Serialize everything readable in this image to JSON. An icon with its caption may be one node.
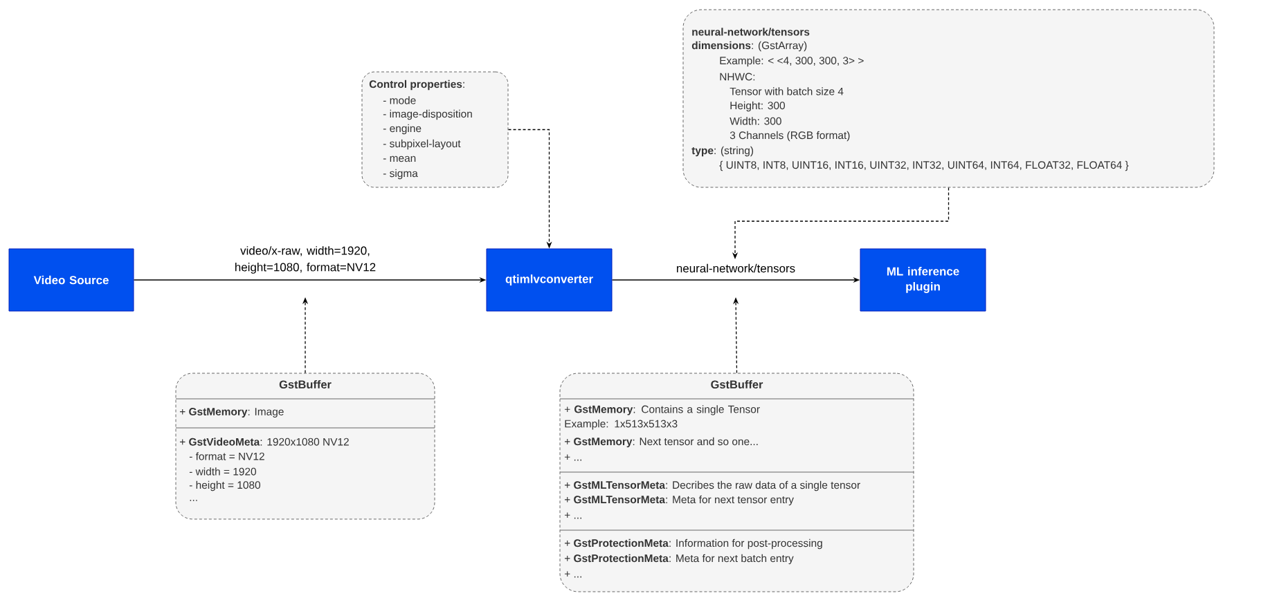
{
  "diagram": {
    "nodes": [
      {
        "text": [
          "Video Source"
        ]
      },
      {
        "text": [
          "qtimlvconverter"
        ]
      },
      {
        "text": [
          "ML inference plugin"
        ]
      },
      {
        "text": [
          "**Control properties**:",
          "- mode",
          "- image-disposition",
          "- engine",
          "- subpixel-layout",
          "- mean",
          "- sigma"
        ]
      },
      {
        "text": [
          "neural-network/tensors",
          "**dimensions**: (GstArray)",
          "Example: < <4, 300, 300, 3> >",
          "NHWC:",
          "Tensor with batch size 4",
          "Height: 300",
          "Width: 300",
          "3 Channels (RGB format)",
          "**type**: (string)",
          "{ UINT8, INT8, UINT16, INT16, UINT32, INT32, UINT64, INT64, FLOAT32, FLOAT64 }"
        ]
      },
      {
        "text": [
          "GstBuffer",
          "+ **GstMemory**: Image",
          "+ **GstVideoMeta**: 1920x1080 NV12",
          "- format = NV12",
          "- width = 1920",
          "- height = 1080",
          "..."
        ]
      },
      {
        "text": [
          "GstBuffer",
          "+ **GstMemory**: Contains a single Tensor Example: 1x513x513x3",
          "+ **GstMemory**: Next tensor and so one...",
          "+ ...",
          "+ **GstMLTensorMeta**: Decribes the raw data of a single tensor",
          "+ **GstMLTensorMeta**: Meta for next tensor entry",
          "+ ...",
          "+ **GstProtectionMeta**: Information for post-processing",
          "+ **GstProtectionMeta**: Meta for next batch entry",
          "+ ..."
        ]
      }
    ],
    "edges": [
      {
        "from": 0,
        "to": 1,
        "arrow": "to",
        "label": "video/x-raw, width=1920, height=1080, format=NV12"
      },
      {
        "from": 1,
        "to": 2,
        "arrow": "to",
        "label": "neural-network/tensors"
      },
      {
        "from": 3,
        "to": 1,
        "arrow": "to",
        "style": "dashed"
      },
      {
        "from": 4,
        "to": null,
        "arrow": "to",
        "style": "dashed"
      },
      {
        "from": 5,
        "to": null,
        "arrow": "to",
        "style": "dashed"
      },
      {
        "from": 6,
        "to": null,
        "arrow": "to",
        "style": "dashed"
      }
    ]
  }
}
